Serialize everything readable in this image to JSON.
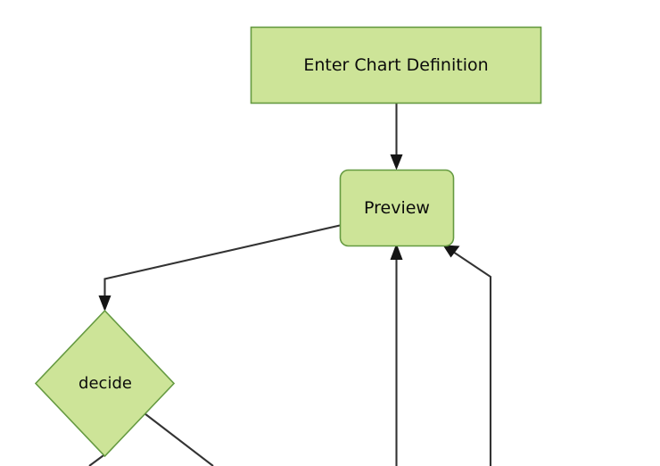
{
  "diagram": {
    "type": "flowchart",
    "background_color": "#ffffff",
    "node_fill_color": "#cde498",
    "node_stroke_color": "#659a41",
    "edge_color": "#333333",
    "label_color": "#0b0b0b",
    "nodes": [
      {
        "id": "enter-chart-definition",
        "label": "Enter Chart Definition",
        "shape": "rectangle"
      },
      {
        "id": "preview",
        "label": "Preview",
        "shape": "rounded-rectangle"
      },
      {
        "id": "decide",
        "label": "decide",
        "shape": "diamond"
      }
    ],
    "edges": [
      {
        "id": "edge-enter-to-preview",
        "from": "enter-chart-definition",
        "to": "preview",
        "label": "",
        "arrow": "to"
      },
      {
        "id": "edge-preview-to-decide",
        "from": "preview",
        "to": "decide",
        "label": "",
        "arrow": "to"
      },
      {
        "id": "edge-center-to-preview",
        "from": "",
        "to": "preview",
        "label": "",
        "arrow": "to"
      },
      {
        "id": "edge-right-to-preview",
        "from": "",
        "to": "preview",
        "label": "",
        "arrow": "to"
      },
      {
        "id": "edge-decide-bottom-left",
        "from": "decide",
        "to": "",
        "label": "",
        "arrow": "none"
      },
      {
        "id": "edge-decide-bottom-right",
        "from": "decide",
        "to": "",
        "label": "",
        "arrow": "none"
      }
    ]
  }
}
